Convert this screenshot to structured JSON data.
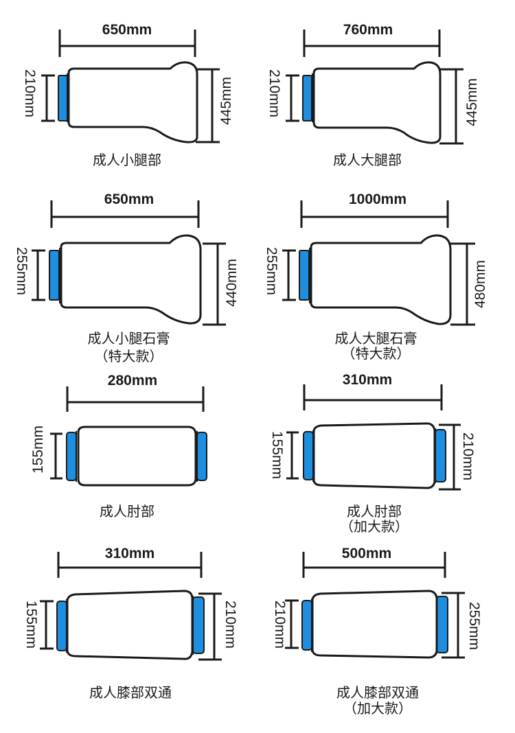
{
  "colors": {
    "cuff_blue": "#1e8fe0",
    "outline": "#1a1a1a",
    "background": "#ffffff"
  },
  "panels": [
    {
      "id": "adult-calf",
      "width_label": "650mm",
      "left_height_label": "210mm",
      "right_height_label": "445mm",
      "caption": "成人小腿部",
      "caption_sub": ""
    },
    {
      "id": "adult-thigh",
      "width_label": "760mm",
      "left_height_label": "210mm",
      "right_height_label": "445mm",
      "caption": "成人大腿部",
      "caption_sub": ""
    },
    {
      "id": "adult-calf-cast-xl",
      "width_label": "650mm",
      "left_height_label": "255mm",
      "right_height_label": "440mm",
      "caption": "成人小腿石膏",
      "caption_sub": "（特大款）"
    },
    {
      "id": "adult-thigh-cast-xl",
      "width_label": "1000mm",
      "left_height_label": "255mm",
      "right_height_label": "480mm",
      "caption": "成人大腿石膏",
      "caption_sub": "（特大款）"
    },
    {
      "id": "adult-elbow",
      "width_label": "280mm",
      "left_height_label": "155mm",
      "right_height_label": "",
      "caption": "成人肘部",
      "caption_sub": ""
    },
    {
      "id": "adult-elbow-large",
      "width_label": "310mm",
      "left_height_label": "155mm",
      "right_height_label": "210mm",
      "caption": "成人肘部",
      "caption_sub": "（加大款）"
    },
    {
      "id": "adult-knee-double",
      "width_label": "310mm",
      "left_height_label": "155mm",
      "right_height_label": "210mm",
      "caption": "成人膝部双通",
      "caption_sub": ""
    },
    {
      "id": "adult-knee-double-large",
      "width_label": "500mm",
      "left_height_label": "210mm",
      "right_height_label": "255mm",
      "caption": "成人膝部双通",
      "caption_sub": "（加大款）"
    }
  ]
}
